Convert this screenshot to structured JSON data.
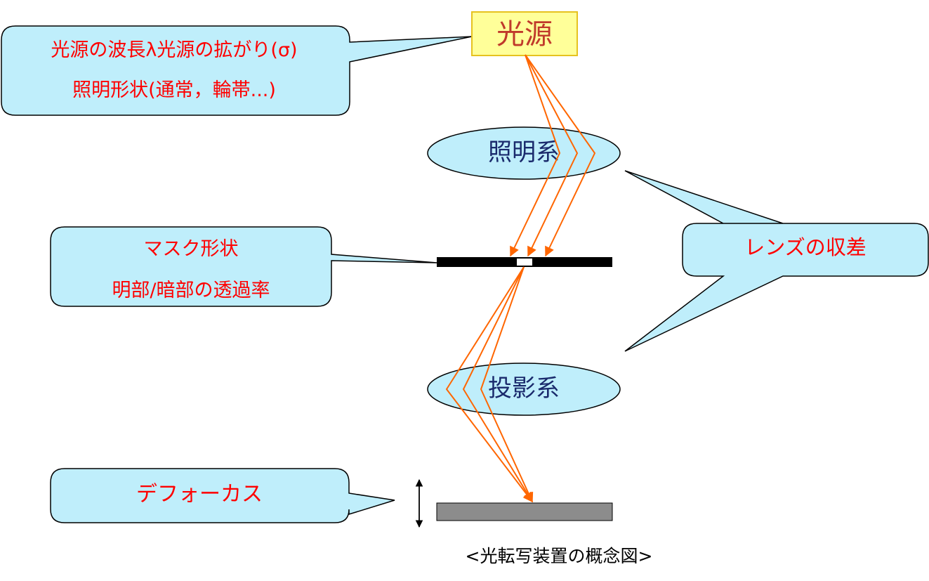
{
  "light_source": {
    "label": "光源"
  },
  "callouts": {
    "light_source_params": {
      "line1": "光源の波長λ光源の拡がり(σ)",
      "line2": "照明形状(通常，輪帯...)"
    },
    "mask": {
      "line1": "マスク形状",
      "line2": "明部/暗部の透過率"
    },
    "lens_aberration": {
      "line1": "レンズの収差"
    },
    "defocus": {
      "line1": "デフォーカス"
    }
  },
  "optics": {
    "illumination_label": "照明系",
    "projection_label": "投影系"
  },
  "caption": "<光転写装置の概念図>",
  "colors": {
    "callout_fill": "#bfeefb",
    "light_source_fill": "#ffff99",
    "light_source_border": "#e6c21f",
    "light_source_text": "#c0392b",
    "callout_text": "#ff0000",
    "optics_text": "#1a2a6c",
    "ray_color": "#ff6600",
    "mask_color": "#000000",
    "wafer_fill": "#8c8c8c"
  }
}
